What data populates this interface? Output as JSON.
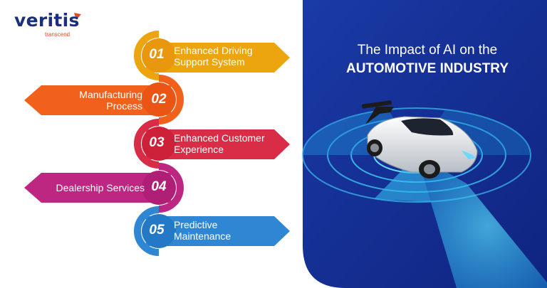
{
  "brand": {
    "name": "veritis",
    "tagline": "transcend",
    "colors": {
      "navy": "#1b2f7a",
      "orange": "#e24a2b"
    }
  },
  "title": {
    "line1": "The Impact of AI on the",
    "line2": "AUTOMOTIVE INDUSTRY"
  },
  "steps": [
    {
      "number": "01",
      "line1": "Enhanced Driving",
      "line2": "Support System",
      "color": "#eca50f"
    },
    {
      "number": "02",
      "line1": "Manufacturing",
      "line2": "Process",
      "color": "#f2611c"
    },
    {
      "number": "03",
      "line1": "Enhanced Customer",
      "line2": "Experience",
      "color": "#d92c46"
    },
    {
      "number": "04",
      "line1": "Dealership Services",
      "line2": "",
      "color": "#bd2681"
    },
    {
      "number": "05",
      "line1": "Predictive",
      "line2": "Maintenance",
      "color": "#2f86d2"
    }
  ],
  "panel_color": "#132b93",
  "icons": [
    "car-illustration",
    "radar-rings"
  ]
}
